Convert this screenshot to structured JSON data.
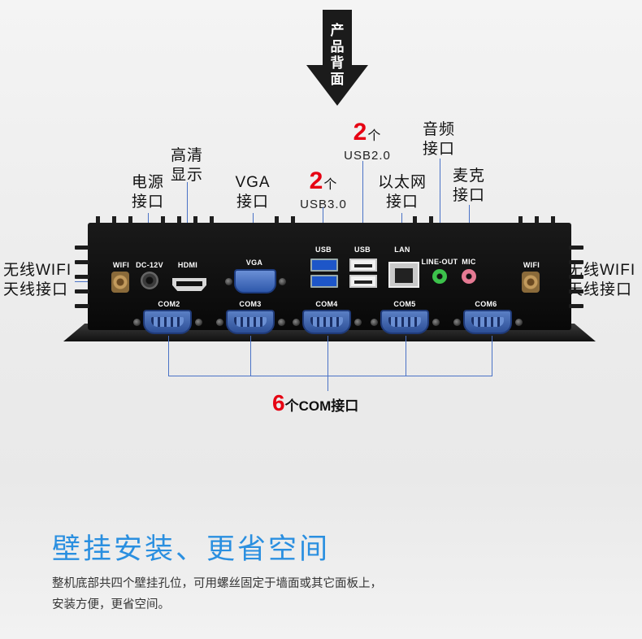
{
  "header": {
    "arrow_text": [
      "产",
      "品",
      "背",
      "面"
    ]
  },
  "callouts": {
    "usb2": {
      "count": "2",
      "unit": "个",
      "label": "USB2.0"
    },
    "usb3": {
      "count": "2",
      "unit": "个",
      "label": "USB3.0"
    },
    "hdmi": [
      "高清",
      "显示"
    ],
    "power": [
      "电源",
      "接口"
    ],
    "vga": [
      "VGA",
      "接口"
    ],
    "lan": [
      "以太网",
      "接口"
    ],
    "audio": [
      "音频",
      "接口"
    ],
    "mic": [
      "麦克",
      "接口"
    ],
    "wifi_left": [
      "无线WIFI",
      "天线接口"
    ],
    "wifi_right": [
      "无线WIFI",
      "天线接口"
    ],
    "com": {
      "count": "6",
      "text": "个COM接口"
    }
  },
  "panel_labels": {
    "wifi_left": "WIFI",
    "dc": "DC-12V",
    "hdmi": "HDMI",
    "vga": "VGA",
    "usb3": "USB",
    "usb2": "USB",
    "lan": "LAN",
    "line_out": "LINE-OUT",
    "mic": "MIC",
    "wifi_right": "WIFI",
    "com2": "COM2",
    "com3": "COM3",
    "com4": "COM4",
    "com5": "COM5",
    "com6": "COM6"
  },
  "feature": {
    "title": "壁挂安装、更省空间",
    "desc_line1": "整机底部共四个壁挂孔位，可用螺丝固定于墙面或其它面板上，",
    "desc_line2": "安装方便，更省空间。"
  },
  "colors": {
    "title_blue": "#2a8fe0",
    "accent_red": "#e60012",
    "line_blue": "#4a72c6",
    "device_black": "#0e0e0e"
  }
}
